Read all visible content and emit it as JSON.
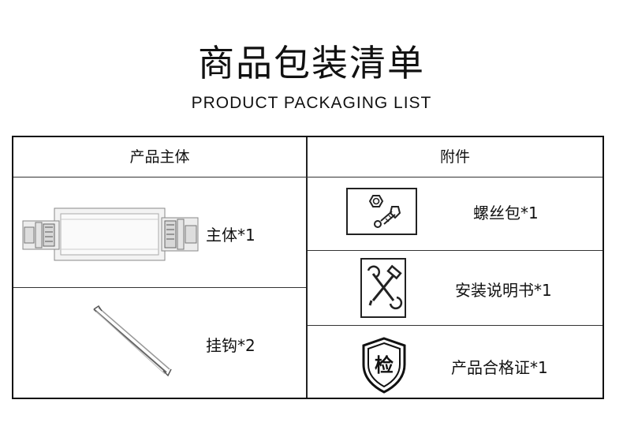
{
  "title": {
    "cn": "商品包装清单",
    "en": "PRODUCT PACKAGING LIST"
  },
  "table": {
    "headers": {
      "left": "产品主体",
      "right": "附件"
    },
    "left_items": [
      {
        "label": "主体*1",
        "image": "rail-body-image"
      },
      {
        "label": "挂钩*2",
        "image": "hook-image"
      }
    ],
    "right_items": [
      {
        "label": "螺丝包*1",
        "icon": "screw-bolt-icon"
      },
      {
        "label": "安装说明书*1",
        "icon": "wrench-hammer-icon"
      },
      {
        "label": "产品合格证*1",
        "icon": "inspection-shield-icon",
        "icon_text": "检"
      }
    ]
  }
}
